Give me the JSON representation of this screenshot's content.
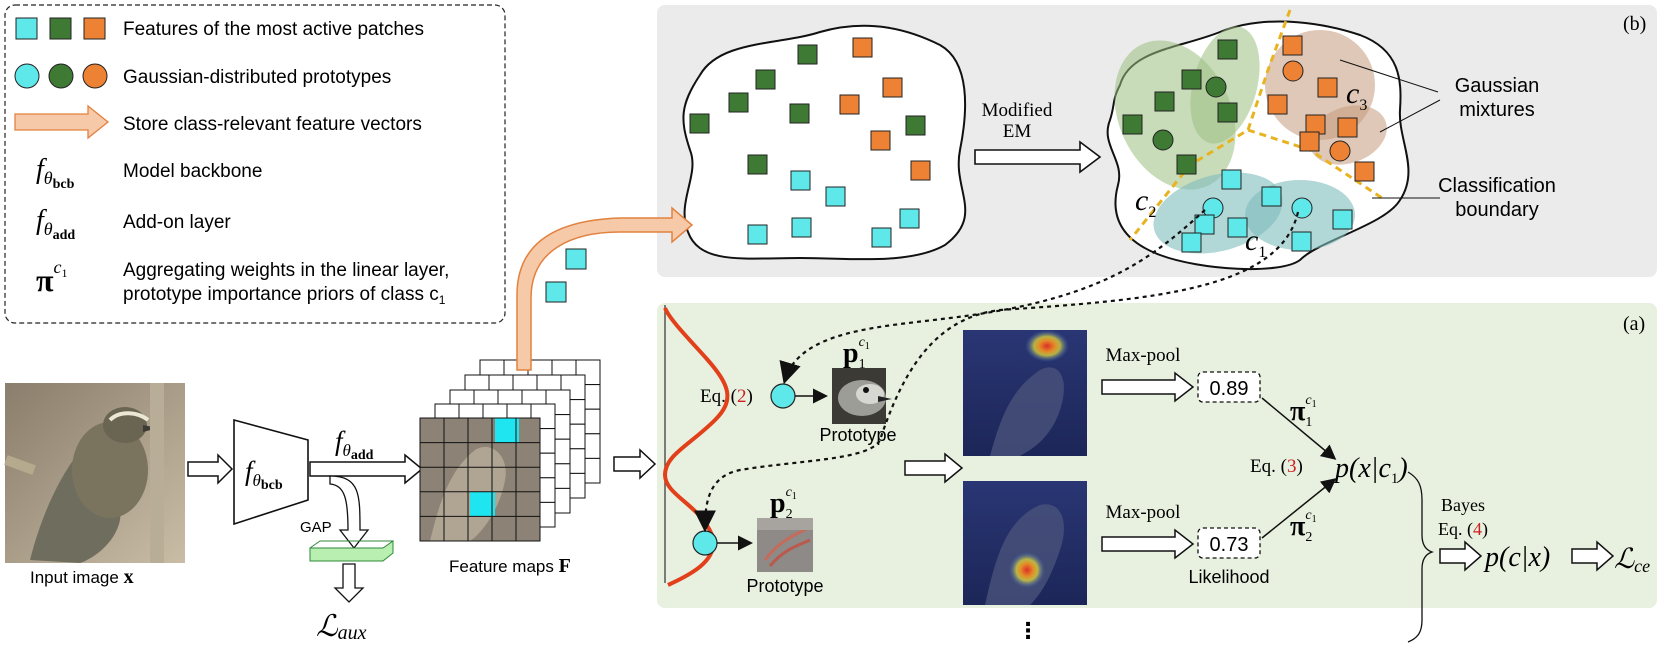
{
  "legend": {
    "features": "Features of the most active patches",
    "prototypes": "Gaussian-distributed prototypes",
    "store": "Store class-relevant feature vectors",
    "backbone_symbol": "f",
    "backbone_sub": "θ",
    "backbone_subsub": "bcb",
    "backbone_text": "Model backbone",
    "addon_symbol": "f",
    "addon_sub": "θ",
    "addon_subsub": "add",
    "addon_text": "Add-on layer",
    "pi_symbol": "π",
    "pi_sup": "c",
    "pi_supsub": "1",
    "pi_text_line1": "Aggregating weights in the linear layer,",
    "pi_text_line2": "prototype importance priors of class c",
    "pi_text_sub": "1"
  },
  "panel_b": {
    "tag": "(b)",
    "modified_em_line1": "Modified",
    "modified_em_line2": "EM",
    "gaussian_mixtures_line1": "Gaussian",
    "gaussian_mixtures_line2": "mixtures",
    "classification_boundary_line1": "Classification",
    "classification_boundary_line2": "boundary",
    "c1": "c",
    "c1_sub": "1",
    "c2": "c",
    "c2_sub": "2",
    "c3": "c",
    "c3_sub": "3"
  },
  "panel_a": {
    "tag": "(a)",
    "eq2_prefix": "Eq. (",
    "eq2_num": "2",
    "eq2_suffix": ")",
    "p1": "p",
    "p1_sub": "1",
    "p1_sup": "c",
    "p1_supsub": "1",
    "p2": "p",
    "p2_sub": "2",
    "p2_sup": "c",
    "p2_supsub": "1",
    "prototype_label_1": "Prototype",
    "prototype_label_2": "Prototype",
    "maxpool_1": "Max-pool",
    "maxpool_2": "Max-pool",
    "score_1": "0.89",
    "score_2": "0.73",
    "likelihood": "Likelihood",
    "pi1_symbol": "π",
    "pi1_sub": "1",
    "pi1_sup": "c",
    "pi1_supsub": "1",
    "pi2_symbol": "π",
    "pi2_sub": "2",
    "pi2_sup": "c",
    "pi2_supsub": "1",
    "eq3_prefix": "Eq. (",
    "eq3_num": "3",
    "eq3_suffix": ")",
    "likelihood_expr": "p(x|c",
    "likelihood_expr_sub": "1",
    "likelihood_expr_end": ")",
    "dots": "⋮"
  },
  "pipeline": {
    "input_label": "Input image ",
    "input_symbol": "x",
    "backbone_f": "f",
    "backbone_theta": "θ",
    "backbone_sub": "bcb",
    "addon_f": "f",
    "addon_theta": "θ",
    "addon_sub": "add",
    "gap": "GAP",
    "l_aux": "ℒ",
    "l_aux_sub": "aux",
    "feature_maps_label": "Feature maps ",
    "feature_maps_symbol": "F"
  },
  "output": {
    "bayes_line1": "Bayes",
    "bayes_eq_prefix": "Eq. (",
    "bayes_eq_num": "4",
    "bayes_eq_suffix": ")",
    "posterior": "p(c|x)",
    "l_ce": "ℒ",
    "l_ce_sub": "ce"
  },
  "colors": {
    "cyan": "#5ee8ea",
    "green": "#3e7a34",
    "orange": "#ee8234",
    "peach_arrow": "#f6c9a8",
    "peach_arrow_border": "#e2823f",
    "red_curve": "#e2401a",
    "eq_red": "#cc1f1f",
    "panel_b_bg": "#ebebeb",
    "panel_a_bg": "#e8f0df",
    "dashed_boundary": "#e8b320",
    "blob_green": "#9cbf82",
    "blob_brown": "#c59a7c",
    "blob_teal": "#7fbcbc"
  }
}
